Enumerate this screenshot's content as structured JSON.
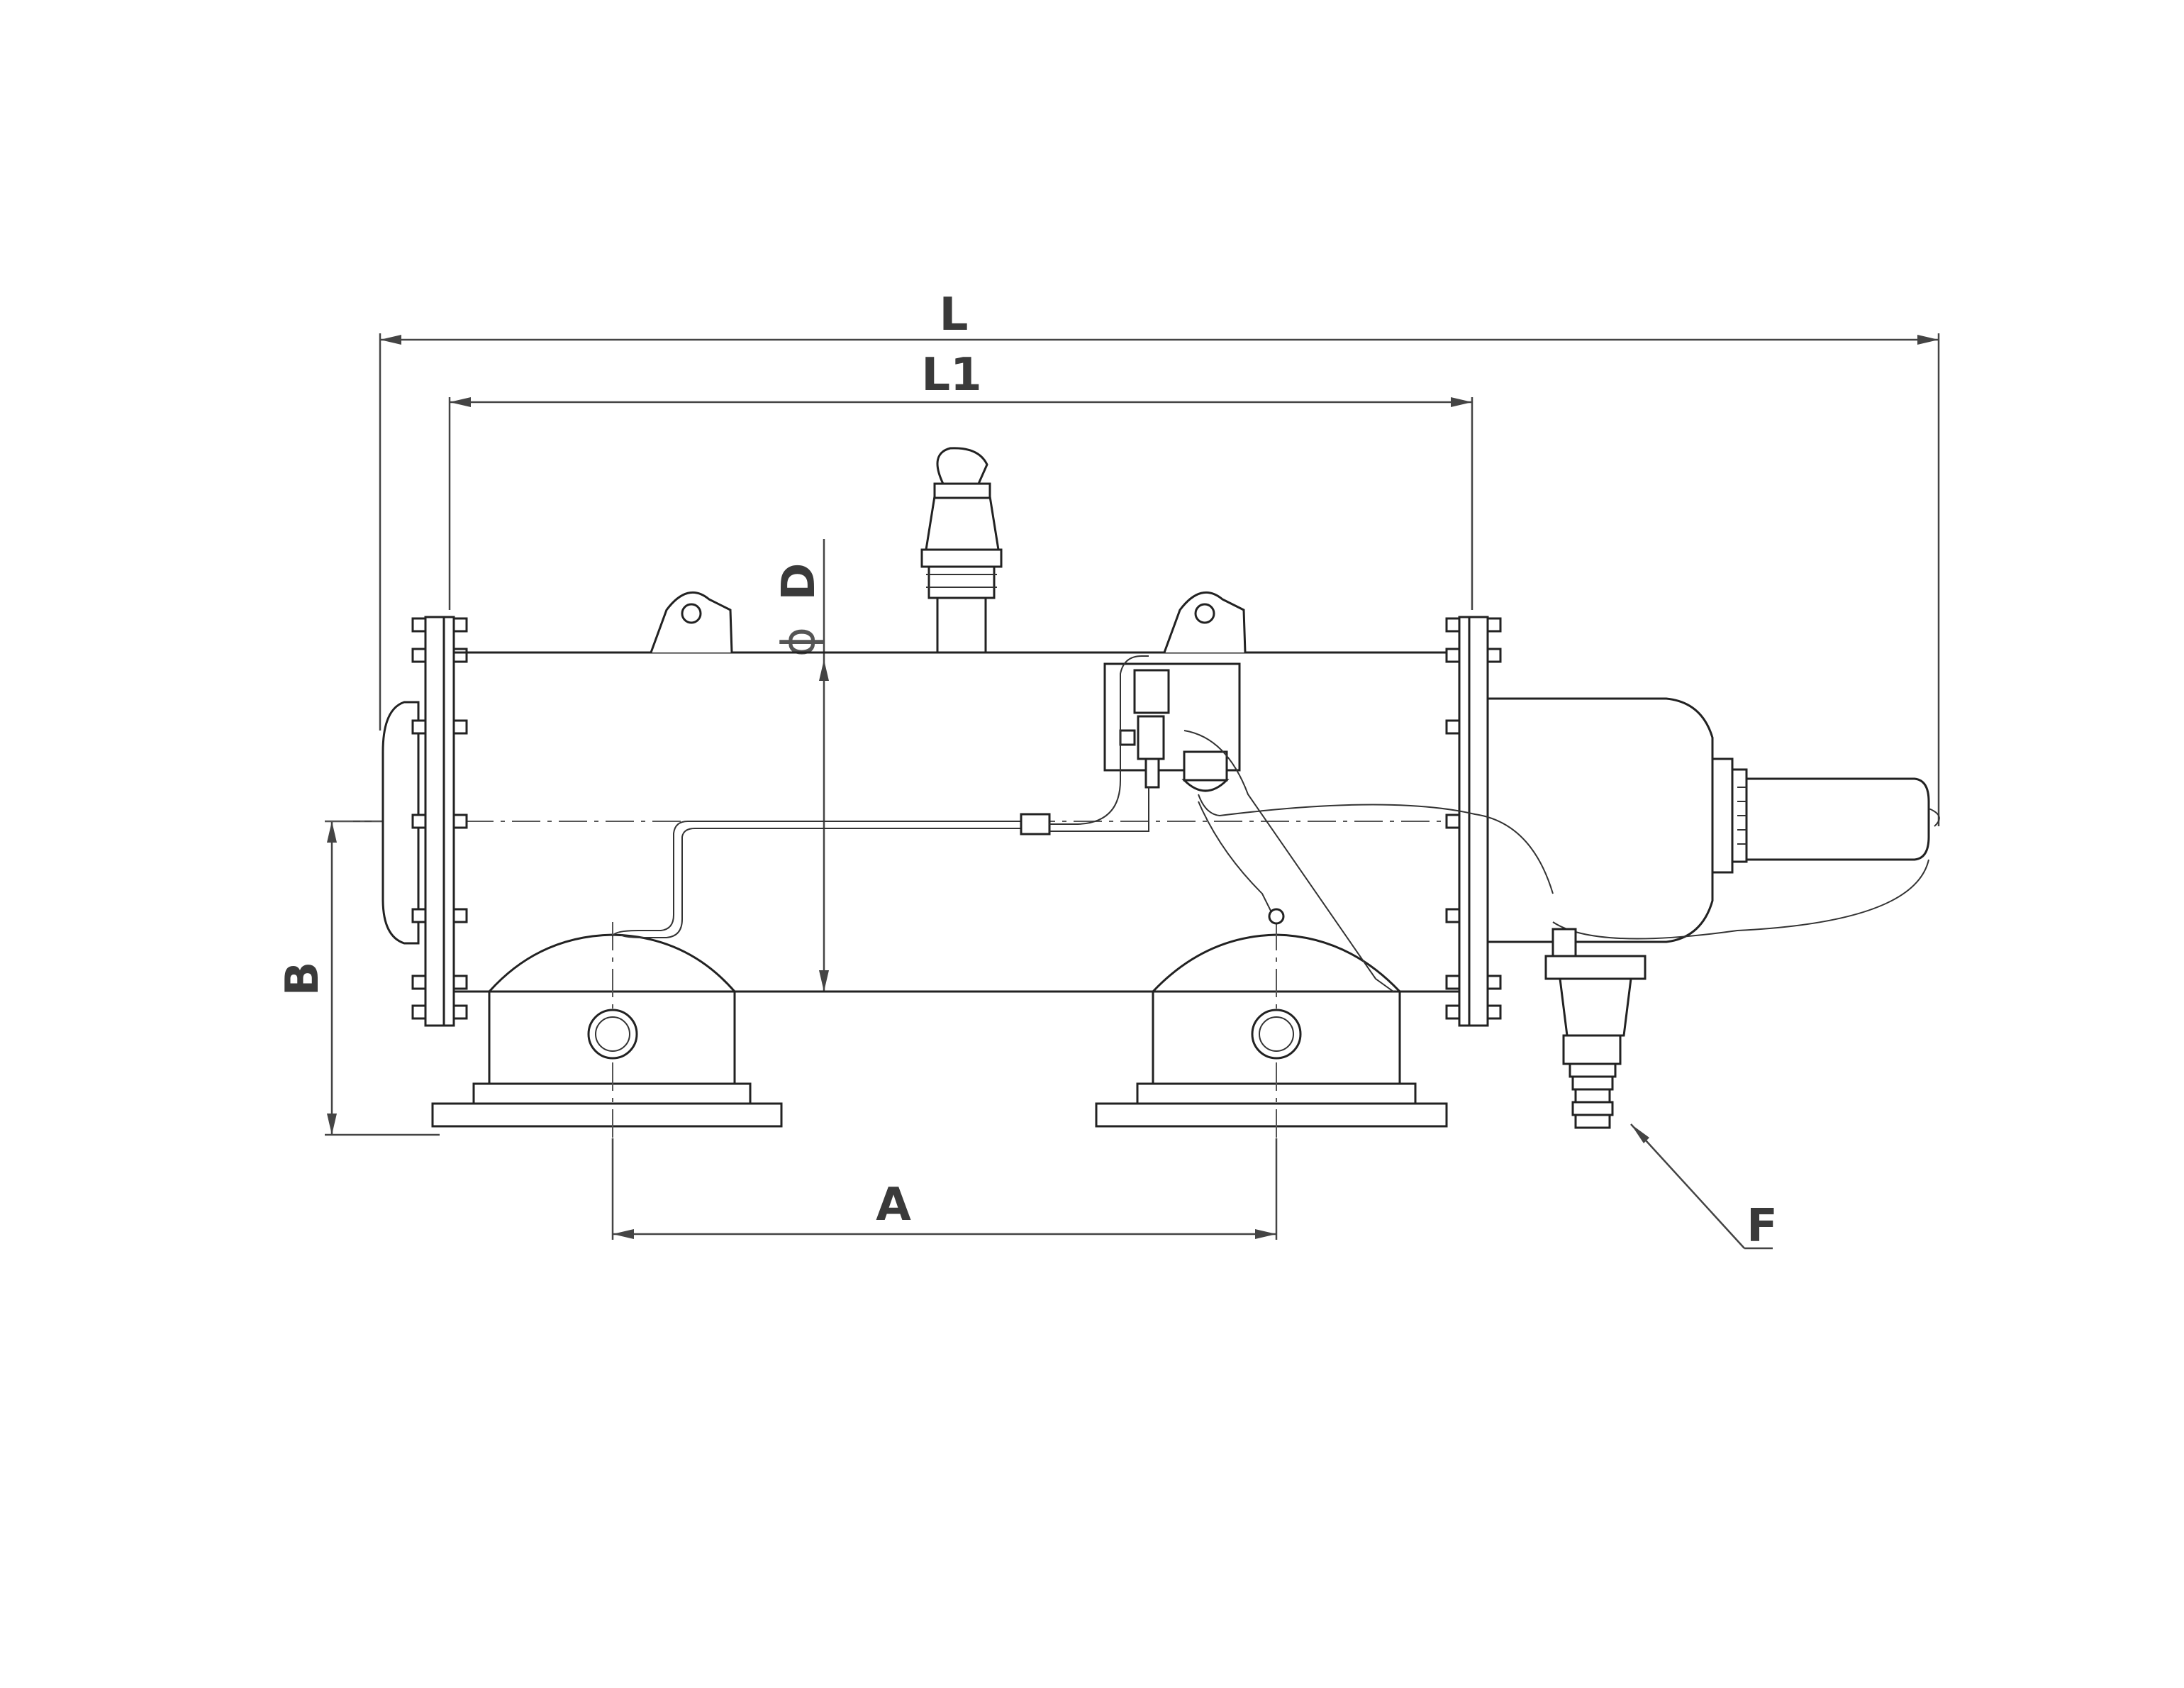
{
  "colors": {
    "line": "#222222",
    "dimension": "#444444",
    "label": "#3a3a3a",
    "background": "#ffffff"
  },
  "dimensions": {
    "overall_length": "L",
    "body_length": "L1",
    "diameter": "D",
    "diameter_symbol": "ϕ",
    "inlet_spacing": "A",
    "axis_height": "B",
    "flush_valve": "F"
  }
}
